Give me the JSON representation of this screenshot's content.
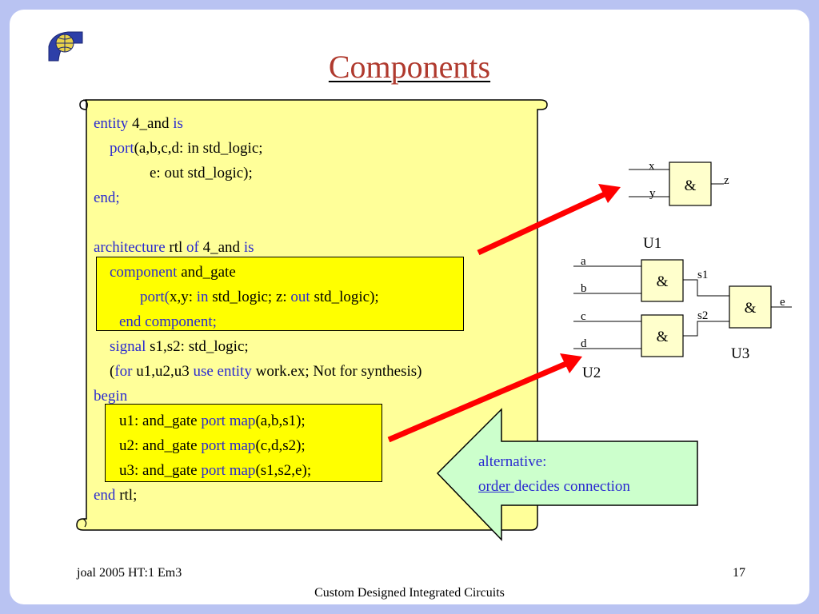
{
  "title": "Components",
  "code": {
    "l1": [
      "entity",
      " 4_and ",
      "is"
    ],
    "l2": [
      "port",
      "(a,b,c,d: in std_logic;"
    ],
    "l3": "e: out std_logic);",
    "l4": "end;",
    "l5": [
      "architecture",
      " rtl ",
      "of",
      " 4_and ",
      "is"
    ],
    "l6": [
      "component",
      " and_gate"
    ],
    "l7": [
      "port(",
      "x,y: ",
      "in",
      " std_logic; z: ",
      "out",
      " std_logic);"
    ],
    "l8": "end component;",
    "l9": [
      "signal",
      " s1,s2: std_logic;"
    ],
    "l10": [
      "(",
      "for",
      " u1,u2,u3 ",
      "use entity",
      " work.ex; Not for synthesis)"
    ],
    "l11": "begin",
    "l12": [
      "u1: and_gate ",
      "port map",
      "(a,b,s1);"
    ],
    "l13": [
      "u2: and_gate ",
      "port map",
      "(c,d,s2);"
    ],
    "l14": [
      "u3: and_gate ",
      "port map",
      "(s1,s2,e);"
    ],
    "l15": [
      "end",
      " rtl;"
    ]
  },
  "callout": {
    "line1": "alternative:",
    "order": "order ",
    "rest": "decides connection"
  },
  "circuit": {
    "gate_symbol": "&",
    "u1_inputs": [
      "x",
      "y"
    ],
    "u1_output": "z",
    "u1_label": "U1",
    "u2_inputs": [
      "a",
      "b",
      "c",
      "d"
    ],
    "signals": [
      "s1",
      "s2"
    ],
    "u3_output": "e",
    "u2_label": "U2",
    "u3_label": "U3"
  },
  "footer": {
    "left": "joal 2005 HT:1 Em3",
    "center": "Custom Designed Integrated Circuits",
    "page": "17"
  },
  "colors": {
    "keyword": "#2a2ad0",
    "title": "#b03a2e",
    "scroll": "#ffff99",
    "highlight": "#ffff00",
    "callout": "#ccffcc",
    "arrow": "#ff0000"
  },
  "icons": [
    "logo-icon"
  ]
}
